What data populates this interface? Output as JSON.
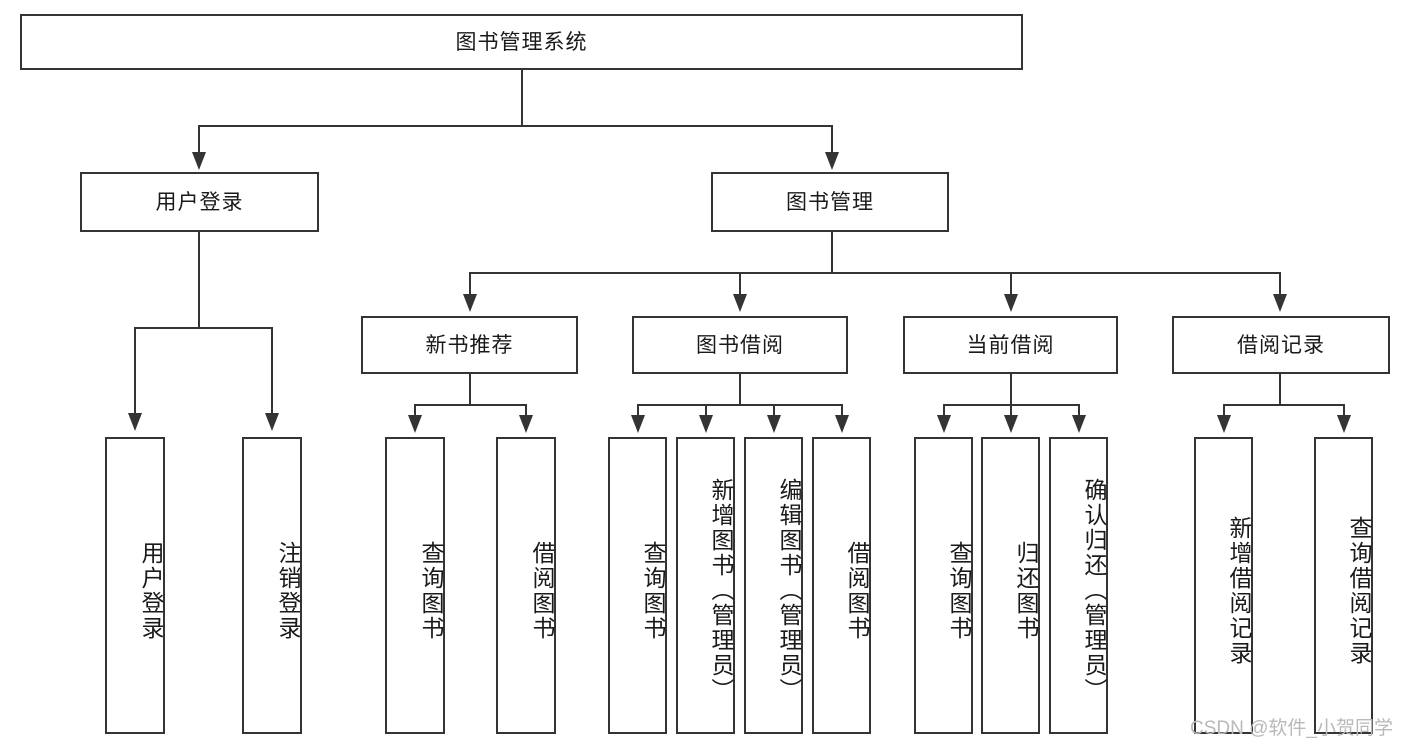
{
  "diagram": {
    "title": "图书管理系统",
    "type": "tree-hierarchy-chart",
    "root": {
      "label": "图书管理系统"
    },
    "level2": [
      {
        "label": "用户登录"
      },
      {
        "label": "图书管理"
      }
    ],
    "level3": [
      {
        "label": "新书推荐"
      },
      {
        "label": "图书借阅"
      },
      {
        "label": "当前借阅"
      },
      {
        "label": "借阅记录"
      }
    ],
    "leaves": {
      "user_login": [
        {
          "label": "用户登录"
        },
        {
          "label": "注销登录"
        }
      ],
      "new_book": [
        {
          "label": "查询图书"
        },
        {
          "label": "借阅图书"
        }
      ],
      "book_borrow": [
        {
          "label": "查询图书"
        },
        {
          "label": "新增图书（管理员）"
        },
        {
          "label": "编辑图书（管理员）"
        },
        {
          "label": "借阅图书"
        }
      ],
      "current_borrow": [
        {
          "label": "查询图书"
        },
        {
          "label": "归还图书"
        },
        {
          "label": "确认归还（管理员）"
        }
      ],
      "borrow_record": [
        {
          "label": "新增借阅记录"
        },
        {
          "label": "查询借阅记录"
        }
      ]
    }
  },
  "watermark": {
    "text": "CSDN @软件_小贺同学"
  },
  "colors": {
    "stroke": "#343434",
    "text": "#1a1a1a",
    "background": "#ffffff",
    "watermark": "#b9b9b9"
  }
}
